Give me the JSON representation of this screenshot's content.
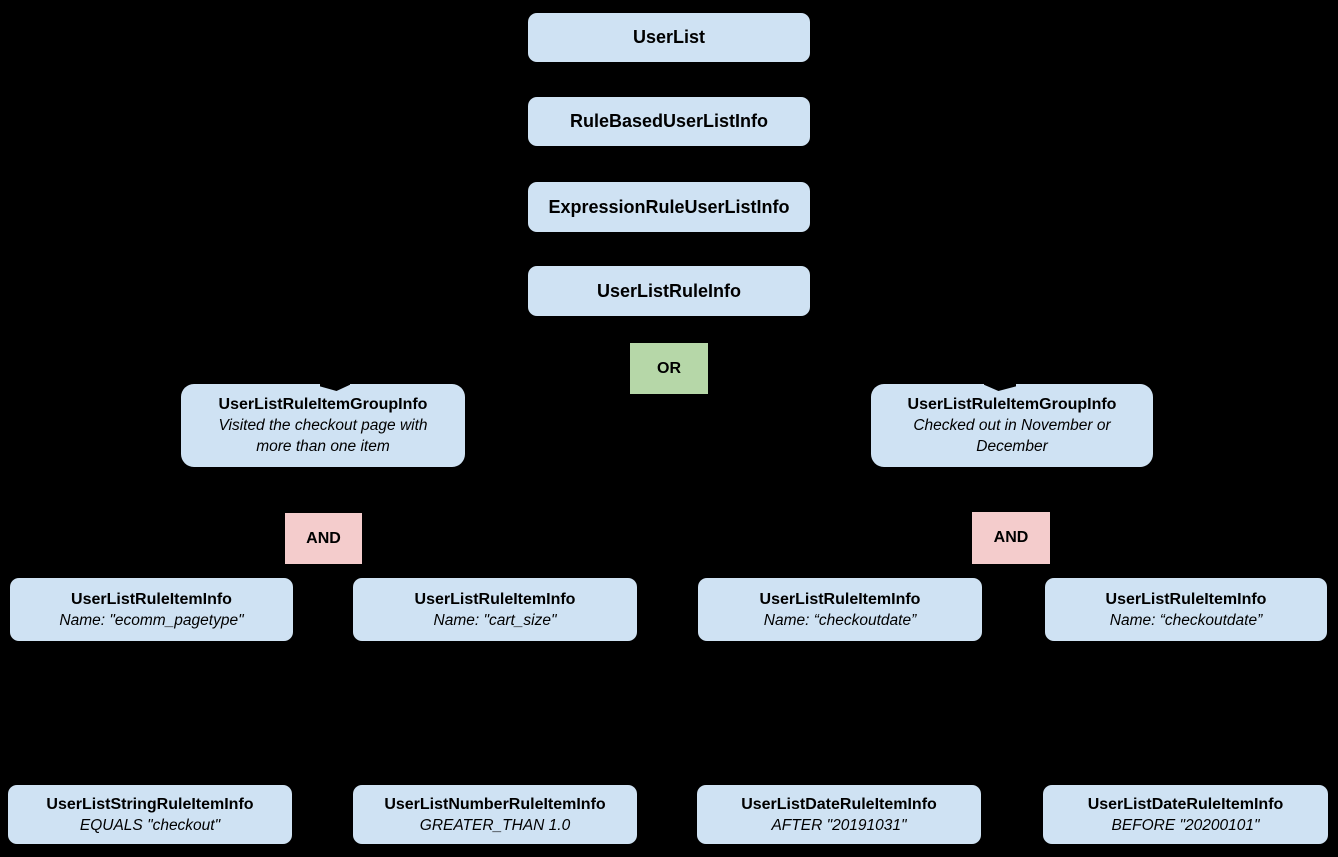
{
  "diagram": {
    "background": "#000000",
    "node_fill": "#cfe2f3",
    "or_fill": "#b6d7a8",
    "and_fill": "#f4cccc",
    "text_color": "#000000"
  },
  "chain": [
    {
      "label": "UserList"
    },
    {
      "label": "RuleBasedUserListInfo"
    },
    {
      "label": "ExpressionRuleUserListInfo"
    },
    {
      "label": "UserListRuleInfo"
    }
  ],
  "operators": {
    "or": "OR",
    "and": "AND"
  },
  "groups": [
    {
      "title": "UserListRuleItemGroupInfo",
      "description": "Visited the checkout page with more than one item"
    },
    {
      "title": "UserListRuleItemGroupInfo",
      "description": "Checked out in November or December"
    }
  ],
  "rule_items": [
    {
      "title": "UserListRuleItemInfo",
      "detail": "Name: \"ecomm_pagetype\""
    },
    {
      "title": "UserListRuleItemInfo",
      "detail": "Name: \"cart_size\""
    },
    {
      "title": "UserListRuleItemInfo",
      "detail": "Name: “checkoutdate”"
    },
    {
      "title": "UserListRuleItemInfo",
      "detail": "Name: “checkoutdate”"
    }
  ],
  "leaf_items": [
    {
      "title": "UserListStringRuleItemInfo",
      "detail": "EQUALS \"checkout\""
    },
    {
      "title": "UserListNumberRuleItemInfo",
      "detail": "GREATER_THAN 1.0"
    },
    {
      "title": "UserListDateRuleItemInfo",
      "detail": "AFTER \"20191031\""
    },
    {
      "title": "UserListDateRuleItemInfo",
      "detail": "BEFORE \"20200101\""
    }
  ]
}
